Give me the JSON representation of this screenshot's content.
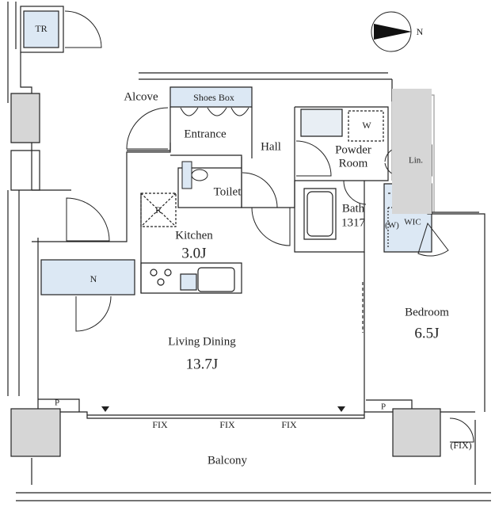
{
  "compass": {
    "label": "N"
  },
  "rooms": {
    "tr": "TR",
    "alcove": "Alcove",
    "shoes_box": "Shoes Box",
    "entrance": "Entrance",
    "hall": "Hall",
    "powder_room_1": "Powder",
    "powder_room_2": "Room",
    "washer": "W",
    "linen": "Lin.",
    "toilet": "Toilet",
    "bath": "Bath",
    "bath_size": "1317",
    "wic": "WIC",
    "wic_w": "(W)",
    "fridge": "R",
    "kitchen": "Kitchen",
    "kitchen_size": "3.0J",
    "storage_n": "N",
    "living_dining": "Living Dining",
    "living_dining_size": "13.7J",
    "bedroom": "Bedroom",
    "bedroom_size": "6.5J",
    "balcony": "Balcony",
    "fix_1": "FIX",
    "fix_2": "FIX",
    "fix_3": "FIX",
    "fix_4": "(FIX)",
    "p_left": "P",
    "p_right": "P"
  },
  "colors": {
    "wall": "#222222",
    "fill_blue": "#dce8f4",
    "grey_wall": "#d6d6d6"
  }
}
